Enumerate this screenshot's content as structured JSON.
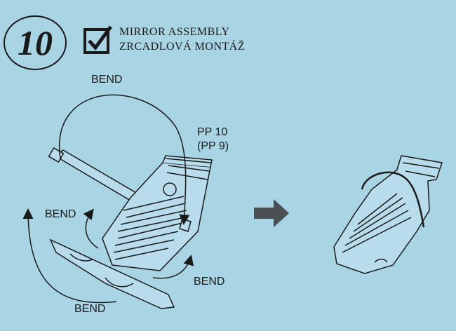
{
  "step": {
    "number": "10",
    "title_en": "MIRROR  ASSEMBLY",
    "title_cz": "ZRCADLOVÁ MONTÁŽ"
  },
  "labels": {
    "bend_top": "BEND",
    "bend_left": "BEND",
    "bend_right": "BEND",
    "bend_bottom": "BEND",
    "part_code": "PP 10",
    "part_code_alt": "(PP 9)"
  },
  "icons": {
    "checkbox": "checked-box-icon",
    "arrow": "right-arrow-icon"
  },
  "colors": {
    "background": "#a9d4e4",
    "ink": "#1a1a1a"
  }
}
